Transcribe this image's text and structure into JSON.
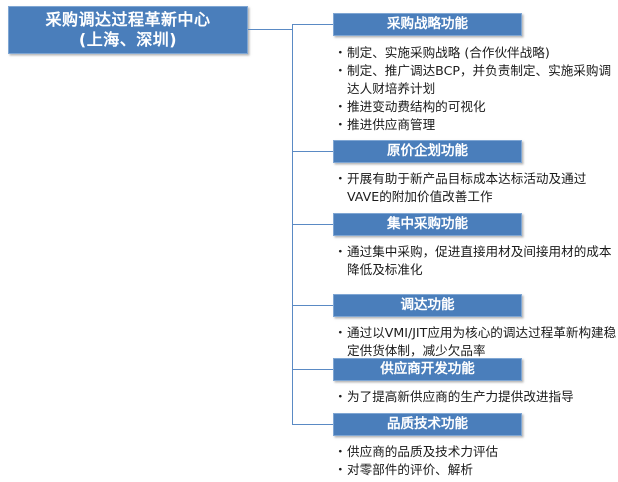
{
  "diagram": {
    "root": {
      "line1": "采购调达过程革新中心",
      "line2": "(上海、深圳)"
    },
    "colors": {
      "box_fill": "#4A7EBB",
      "box_border": "#7FA6D3",
      "connector": "#5A8AC4",
      "header_text": "#FFFFFF",
      "body_text": "#1A1A1A",
      "background": "#FFFFFF"
    },
    "bullet_glyph": "・",
    "branches": [
      {
        "id": "procurement-strategy",
        "title": "采购战略功能",
        "bullets": [
          "制定、实施采购战略 (合作伙伴战略)",
          "制定、推广调达BCP，并负责制定、实施采购调达人财培养计划",
          "推进变动费结构的可视化",
          "推进供应商管理"
        ]
      },
      {
        "id": "cost-planning",
        "title": "原价企划功能",
        "bullets": [
          "开展有助于新产品目标成本达标活动及通过VAVE的附加价值改善工作"
        ]
      },
      {
        "id": "centralized-purchasing",
        "title": "集中采购功能",
        "bullets": [
          "通过集中采购，促进直接用材及间接用材的成本降低及标准化"
        ]
      },
      {
        "id": "procurement-logistics",
        "title": "调达功能",
        "bullets": [
          "通过以VMI/JIT应用为核心的调达过程革新构建稳定供货体制，减少欠品率"
        ]
      },
      {
        "id": "supplier-development",
        "title": "供应商开发功能",
        "bullets": [
          "为了提高新供应商的生产力提供改进指导"
        ]
      },
      {
        "id": "quality-technology",
        "title": "品质技术功能",
        "bullets": [
          "供应商的品质及技术力评估",
          "对零部件的评价、解析"
        ]
      }
    ]
  }
}
